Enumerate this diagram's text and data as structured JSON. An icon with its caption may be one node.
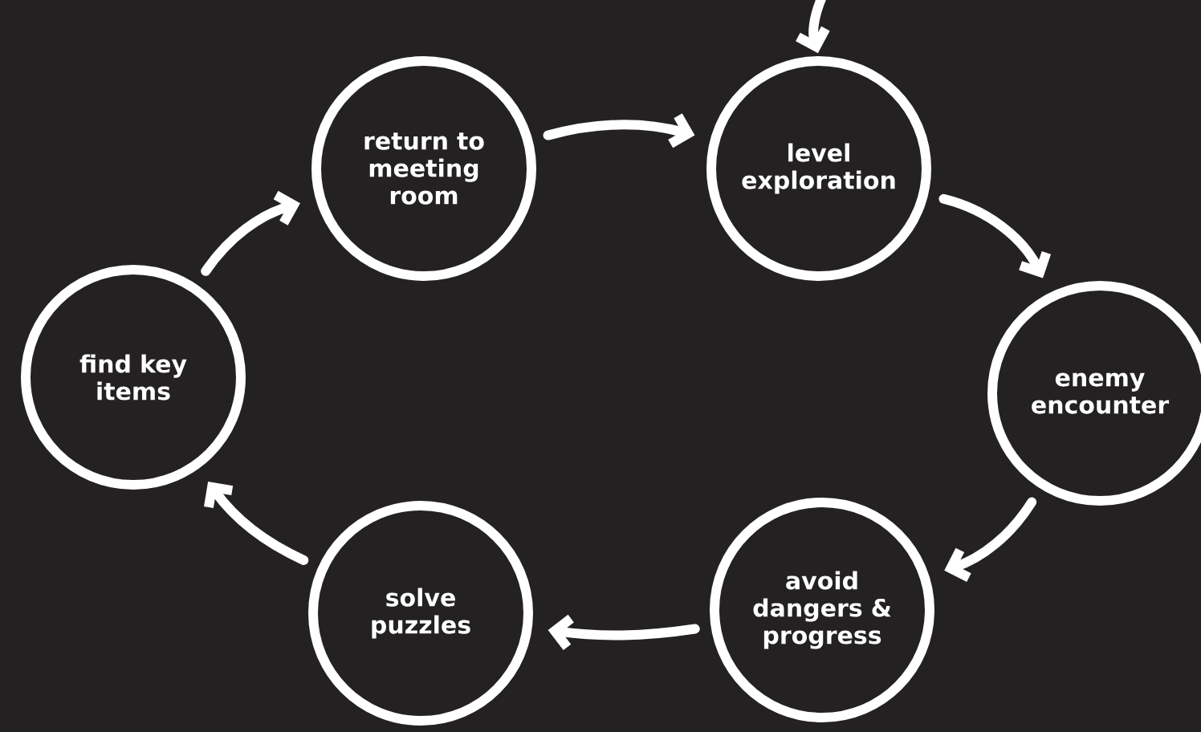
{
  "diagram": {
    "nodes": [
      {
        "text": [
          "level exploration"
        ]
      },
      {
        "text": [
          "enemy encounter"
        ]
      },
      {
        "text": [
          "avoid dangers & progress"
        ]
      },
      {
        "text": [
          "solve puzzles"
        ]
      },
      {
        "text": [
          "find key items"
        ]
      },
      {
        "text": [
          "return to meeting room"
        ]
      }
    ],
    "edges": [
      {
        "from": null,
        "to": 0,
        "arrow": "to"
      },
      {
        "from": 0,
        "to": 1,
        "arrow": "to"
      },
      {
        "from": 1,
        "to": 2,
        "arrow": "to"
      },
      {
        "from": 2,
        "to": 3,
        "arrow": "to"
      },
      {
        "from": 3,
        "to": 4,
        "arrow": "to"
      },
      {
        "from": 4,
        "to": 5,
        "arrow": "to"
      },
      {
        "from": 5,
        "to": 0,
        "arrow": "to"
      }
    ]
  }
}
